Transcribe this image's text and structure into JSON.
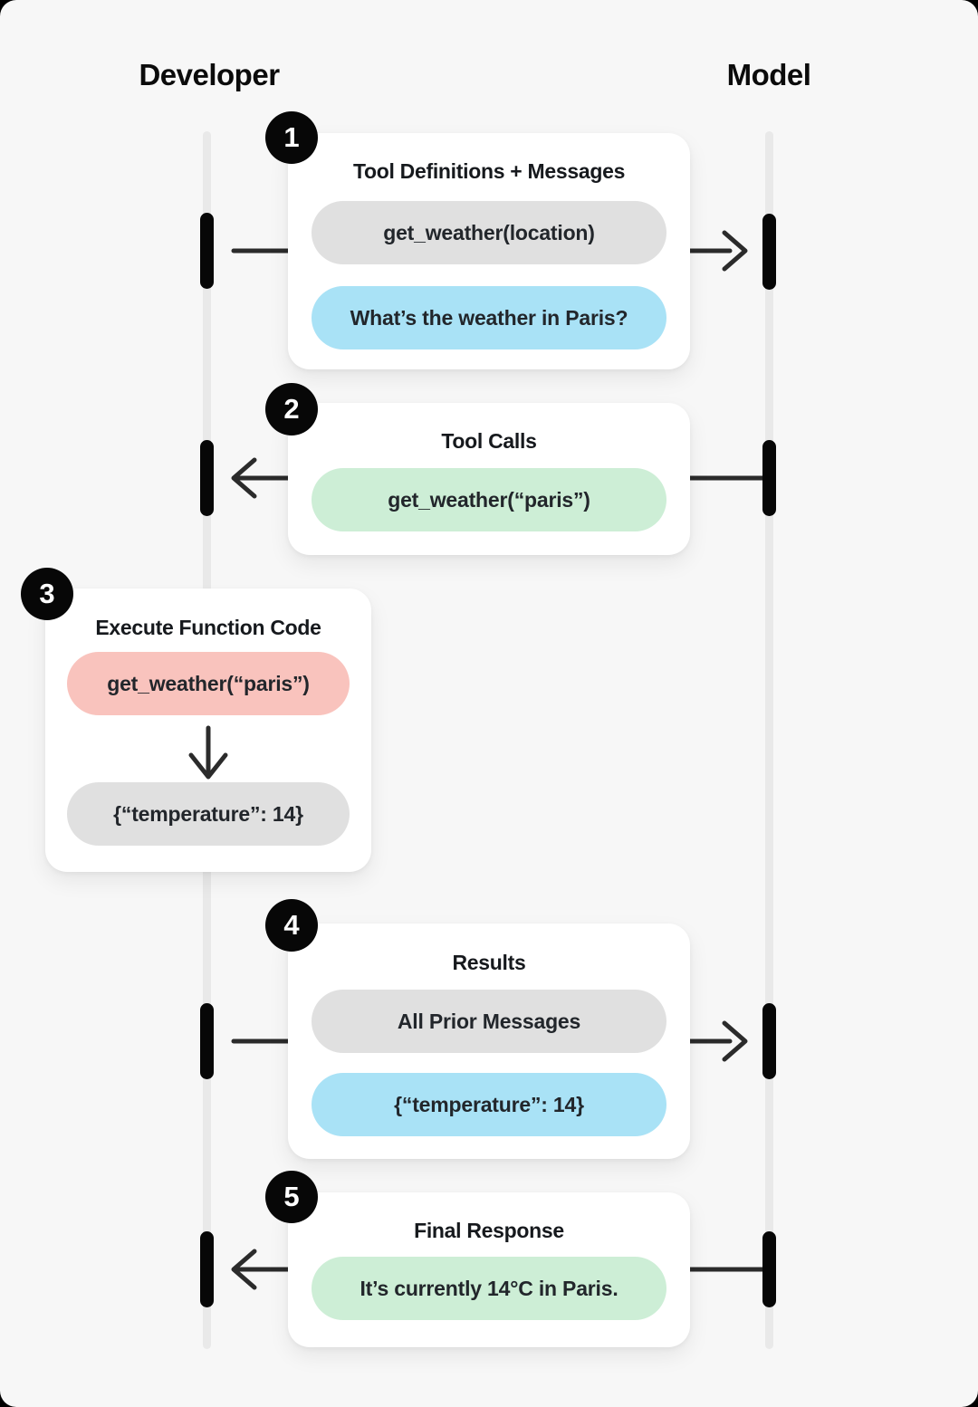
{
  "headers": {
    "left": "Developer",
    "right": "Model"
  },
  "colors": {
    "gray": "#e0e0e0",
    "blue": "#a9e2f6",
    "green": "#cdeed6",
    "pink": "#f9c3bd",
    "badge": "#070707",
    "arrow": "#2b2b2b",
    "lifeline": "#e9e9e9",
    "canvas": "#f7f7f7",
    "card": "#ffffff"
  },
  "steps": [
    {
      "number": "1",
      "title": "Tool Definitions + Messages",
      "direction": "developer-to-model",
      "pills": [
        {
          "color": "gray",
          "text": "get_weather(location)"
        },
        {
          "color": "blue",
          "text": "What’s the weather in Paris?"
        }
      ]
    },
    {
      "number": "2",
      "title": "Tool Calls",
      "direction": "model-to-developer",
      "pills": [
        {
          "color": "green",
          "text": "get_weather(“paris”)"
        }
      ]
    },
    {
      "number": "3",
      "title": "Execute Function Code",
      "direction": "developer-internal",
      "pills": [
        {
          "color": "pink",
          "text": "get_weather(“paris”)"
        },
        {
          "color": "gray",
          "text": "{“temperature”: 14}"
        }
      ]
    },
    {
      "number": "4",
      "title": "Results",
      "direction": "developer-to-model",
      "pills": [
        {
          "color": "gray",
          "text": "All Prior Messages"
        },
        {
          "color": "blue",
          "text": "{“temperature”: 14}"
        }
      ]
    },
    {
      "number": "5",
      "title": "Final Response",
      "direction": "model-to-developer",
      "pills": [
        {
          "color": "green",
          "text": "It’s currently 14°C in Paris."
        }
      ]
    }
  ]
}
